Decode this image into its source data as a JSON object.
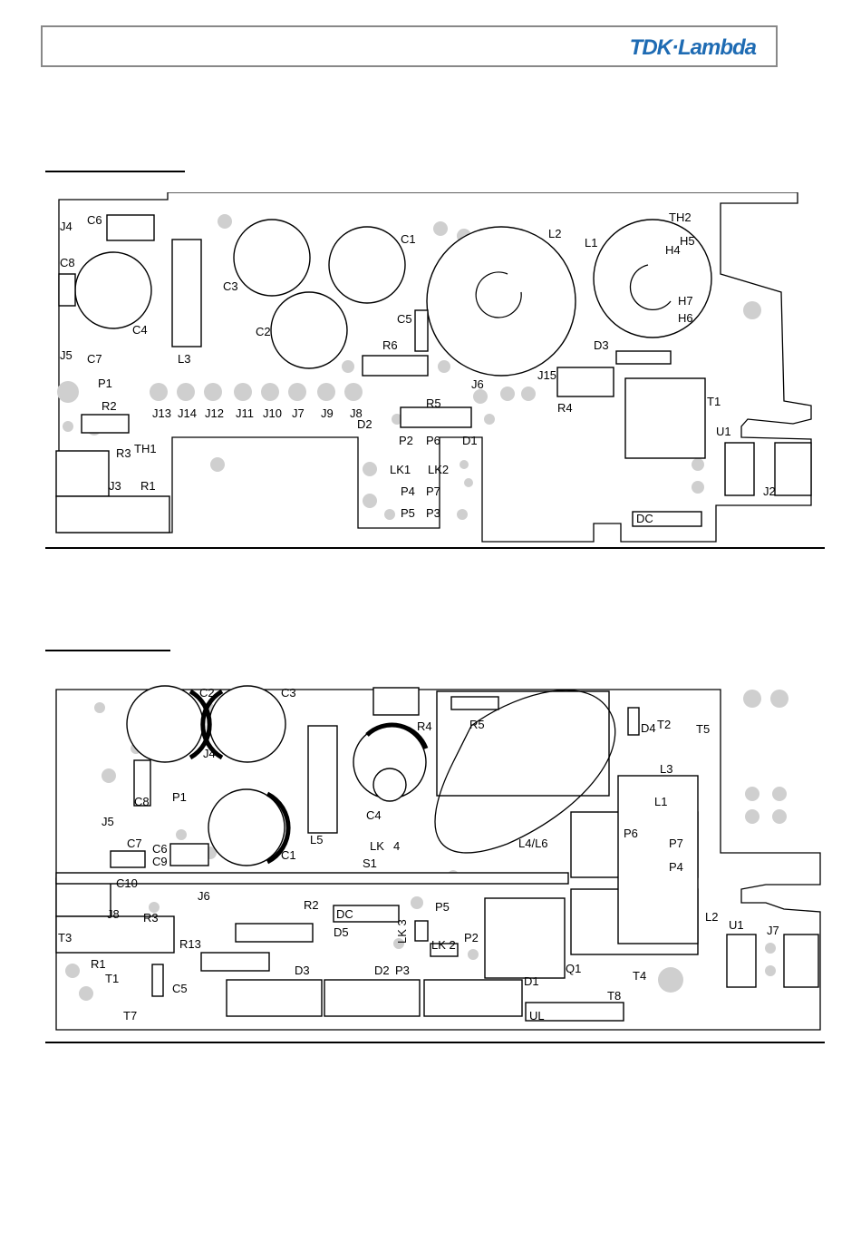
{
  "header": {
    "brand": "TDK·Lambda"
  },
  "board_top": {
    "labels": [
      "J4",
      "C6",
      "C8",
      "J5",
      "C7",
      "C4",
      "C3",
      "C2",
      "L3",
      "C1",
      "C5",
      "R6",
      "L2",
      "L1",
      "TH2",
      "H4",
      "H5",
      "H7",
      "H6",
      "D3",
      "P1",
      "R2",
      "R3",
      "TH1",
      "J3",
      "R1",
      "J13",
      "J14",
      "J12",
      "J11",
      "J10",
      "J7",
      "J9",
      "J8",
      "D2",
      "R5",
      "P2",
      "P6",
      "D1",
      "LK1",
      "LK2",
      "P4",
      "P7",
      "P5",
      "P3",
      "J6",
      "J15",
      "R4",
      "T1",
      "U1",
      "J2",
      "DC"
    ]
  },
  "board_bottom": {
    "labels": [
      "C2",
      "C3",
      "J4",
      "C8",
      "P1",
      "J5",
      "C7",
      "C6",
      "C9",
      "C10",
      "J8",
      "R3",
      "T3",
      "R1",
      "T1",
      "T7",
      "C1",
      "C5",
      "R13",
      "J6",
      "R2",
      "D5",
      "DC",
      "D3",
      "D2",
      "P3",
      "LK 3",
      "LK 2",
      "P2",
      "P5",
      "R4",
      "C4",
      "LK",
      "4",
      "S1",
      "L5",
      "R5",
      "L4/L6",
      "D4",
      "T2",
      "T5",
      "L3",
      "L1",
      "P6",
      "P7",
      "P4",
      "L2",
      "U1",
      "J7",
      "T4",
      "Q1",
      "D1",
      "T8",
      "UL"
    ]
  }
}
